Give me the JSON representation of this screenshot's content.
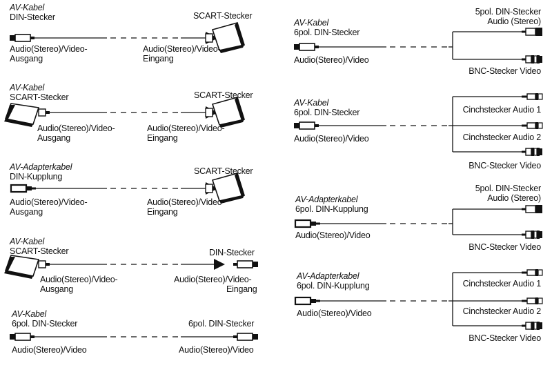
{
  "left": [
    {
      "type": "AV-Kabel",
      "connector": "DIN-Stecker",
      "target": "SCART-Stecker",
      "source_label": [
        "Audio(Stereo)/Video-",
        "Ausgang"
      ],
      "target_label": [
        "Audio(Stereo)/Video-",
        "Eingang"
      ]
    },
    {
      "type": "AV-Kabel",
      "connector": "SCART-Stecker",
      "target": "SCART-Stecker",
      "source_label": [
        "Audio(Stereo)/Video-",
        "Ausgang"
      ],
      "target_label": [
        "Audio(Stereo)/Video-",
        "Eingang"
      ]
    },
    {
      "type": "AV-Adapterkabel",
      "connector": "DIN-Kupplung",
      "target": "SCART-Stecker",
      "source_label": [
        "Audio(Stereo)/Video-",
        "Ausgang"
      ],
      "target_label": [
        "Audio(Stereo)/Video-",
        "Eingang"
      ]
    },
    {
      "type": "AV-Kabel",
      "connector": "SCART-Stecker",
      "target": "DIN-Stecker",
      "source_label": [
        "Audio(Stereo)/Video-",
        "Ausgang"
      ],
      "target_label": [
        "Audio(Stereo)/Video-",
        "Eingang"
      ]
    },
    {
      "type": "AV-Kabel",
      "connector": "6pol. DIN-Stecker",
      "target": "6pol. DIN-Stecker",
      "source_label": "Audio(Stereo)/Video",
      "target_label": "Audio(Stereo)/Video"
    }
  ],
  "right": [
    {
      "type": "AV-Kabel",
      "connector": "6pol. DIN-Stecker",
      "source_label": "Audio(Stereo)/Video",
      "target_top": [
        "5pol. DIN-Stecker",
        "Audio (Stereo)"
      ],
      "target_bottom": "BNC-Stecker Video"
    },
    {
      "type": "AV-Kabel",
      "connector": "6pol. DIN-Stecker",
      "source_label": "Audio(Stereo)/Video",
      "target_1": "Cinchstecker Audio 1",
      "target_2": "Cinchstecker Audio 2",
      "target_bottom": "BNC-Stecker Video"
    },
    {
      "type": "AV-Adapterkabel",
      "connector": "6pol. DIN-Kupplung",
      "source_label": "Audio(Stereo)/Video",
      "target_top": [
        "5pol. DIN-Stecker",
        "Audio (Stereo)"
      ],
      "target_bottom": "BNC-Stecker Video"
    },
    {
      "type": "AV-Adapterkabel",
      "connector": "6pol. DIN-Kupplung",
      "source_label": "Audio(Stereo)/Video",
      "target_1": "Cinchstecker Audio 1",
      "target_2": "Cinchstecker Audio 2",
      "target_bottom": "BNC-Stecker Video"
    }
  ]
}
